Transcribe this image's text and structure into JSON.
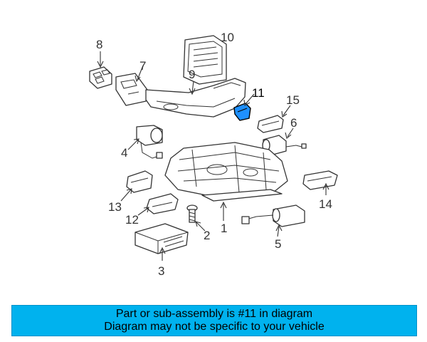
{
  "diagram": {
    "highlight_color": "#1e90ff",
    "callouts": [
      {
        "id": "1",
        "label": "1"
      },
      {
        "id": "2",
        "label": "2"
      },
      {
        "id": "3",
        "label": "3"
      },
      {
        "id": "4",
        "label": "4"
      },
      {
        "id": "5",
        "label": "5"
      },
      {
        "id": "6",
        "label": "6"
      },
      {
        "id": "7",
        "label": "7"
      },
      {
        "id": "8",
        "label": "8"
      },
      {
        "id": "9",
        "label": "9"
      },
      {
        "id": "10",
        "label": "10"
      },
      {
        "id": "11",
        "label": "11"
      },
      {
        "id": "12",
        "label": "12"
      },
      {
        "id": "13",
        "label": "13"
      },
      {
        "id": "14",
        "label": "14"
      },
      {
        "id": "15",
        "label": "15"
      }
    ]
  },
  "banner": {
    "line1": "Part or sub-assembly is #11 in diagram",
    "line2": "Diagram may not be specific to your vehicle",
    "background": "#00b2ee"
  }
}
